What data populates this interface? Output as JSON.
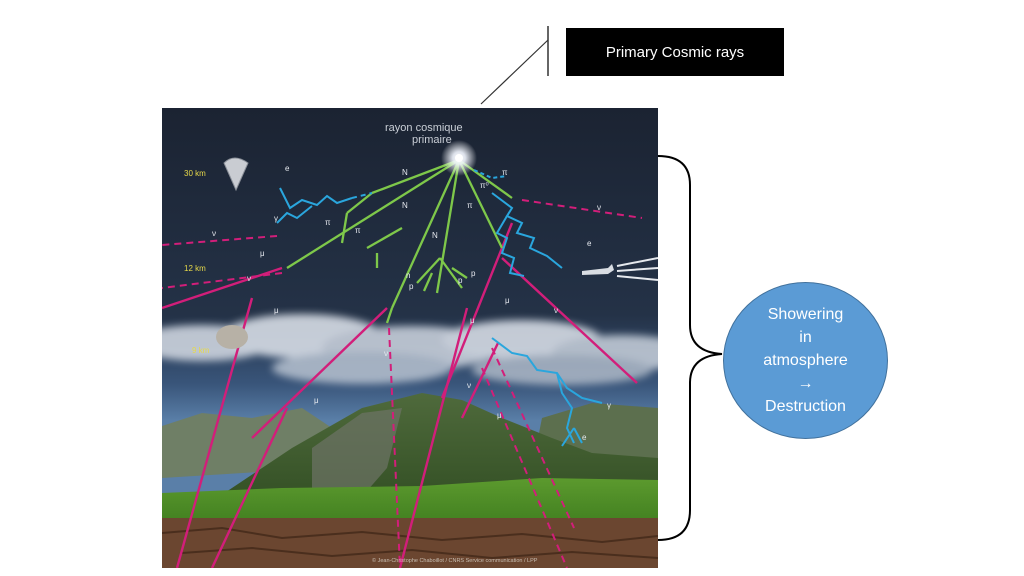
{
  "callout": {
    "label": "Primary Cosmic rays"
  },
  "bubble": {
    "lines": [
      "Showering",
      "in",
      "atmosphere",
      "→",
      "Destruction"
    ]
  },
  "photo": {
    "caption_title": [
      "rayon cosmique",
      "primaire"
    ],
    "altitudes": [
      "30 km",
      "12 km",
      "9 km"
    ],
    "particles": [
      "e",
      "N",
      "π",
      "π⁰",
      "γ",
      "N",
      "π",
      "π",
      "ν",
      "N",
      "ν",
      "μ",
      "π",
      "e",
      "n",
      "p",
      "p",
      "p",
      "ν",
      "μ",
      "μ",
      "ν",
      "μ",
      "μ",
      "ν",
      "ν",
      "μ",
      "γ",
      "e"
    ],
    "credit": "© Jean-Christophe Chaboillot / CNRS Service communication / LPP"
  },
  "colors": {
    "hadron": "#7ec84a",
    "electromagnetic": "#2aa6dd",
    "muon": "#d21e7a",
    "bubble": "#5b9bd5"
  }
}
